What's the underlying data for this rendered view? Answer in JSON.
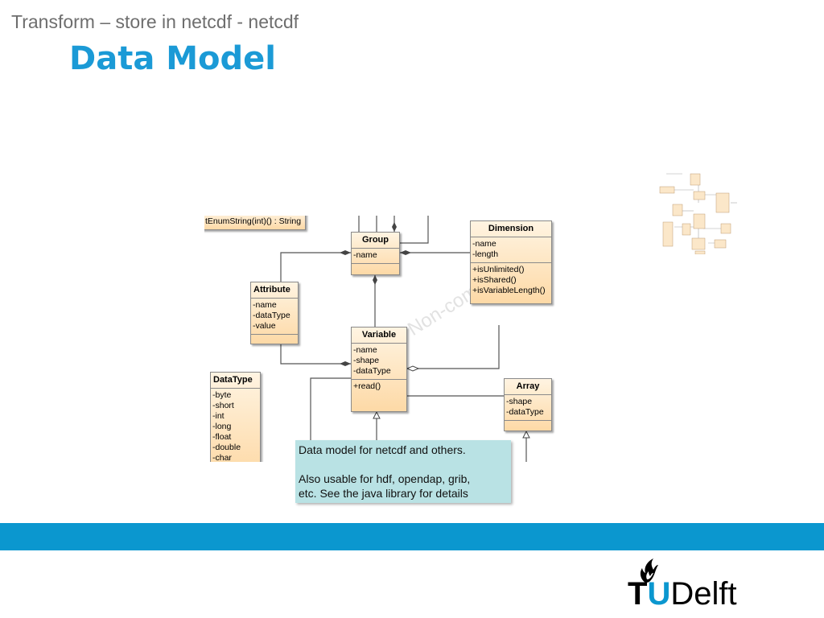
{
  "slide": {
    "breadcrumb": "Transform – store in netcdf - netcdf",
    "title": "Data Model"
  },
  "diagram": {
    "clipped_operation": "tEnumString(int)() : String",
    "watermark": "Non-comm",
    "classes": {
      "group": {
        "name": "Group",
        "attributes": [
          "-name"
        ],
        "operations": []
      },
      "dimension": {
        "name": "Dimension",
        "attributes": [
          "-name",
          "-length"
        ],
        "operations": [
          "+isUnlimited()",
          "+isShared()",
          "+isVariableLength()"
        ]
      },
      "attribute": {
        "name": "Attribute",
        "attributes": [
          "-name",
          "-dataType",
          "-value"
        ],
        "operations": []
      },
      "variable": {
        "name": "Variable",
        "attributes": [
          "-name",
          "-shape",
          "-dataType"
        ],
        "operations": [
          "+read()"
        ]
      },
      "datatype": {
        "name": "DataType",
        "literals": [
          "-byte",
          "-short",
          "-int",
          "-long",
          "-float",
          "-double",
          "-char"
        ]
      },
      "array": {
        "name": "Array",
        "attributes": [
          "-shape",
          "-dataType"
        ],
        "operations": []
      }
    },
    "colors": {
      "class_fill_top": "#fff4e2",
      "class_fill_bottom": "#fdd9a6",
      "line": "#555555"
    }
  },
  "caption": {
    "line1": "Data model for netcdf and others.",
    "line2": "Also usable for hdf, opendap, grib,",
    "line3": "etc. See the java library for details"
  },
  "branding": {
    "logo_t": "T",
    "logo_u": "U",
    "logo_rest": "Delft",
    "band_color": "#0b97cf",
    "title_color": "#1b9ad6"
  }
}
